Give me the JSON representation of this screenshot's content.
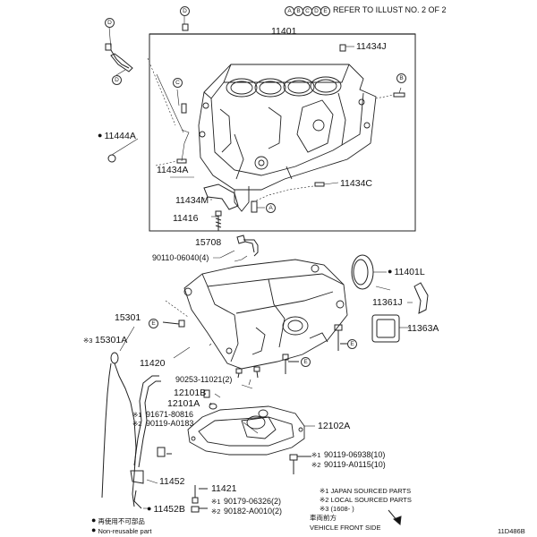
{
  "header": {
    "ref_letters": [
      "A",
      "B",
      "C",
      "D",
      "E"
    ],
    "ref_text": "REFER TO ILLUST NO. 2 OF 2"
  },
  "parts": {
    "p11401": "11401",
    "p11434J": "11434J",
    "p11444A": "11444A",
    "p11434A": "11434A",
    "p11434M": "11434M",
    "p11434C": "11434C",
    "p11416": "11416",
    "p15708": "15708",
    "p90110": "90110-06040(4)",
    "p11401L": "11401L",
    "p11361J": "11361J",
    "p11363A": "11363A",
    "p15301": "15301",
    "p15301A": "15301A",
    "p15301A_mark": "※3",
    "p11420": "11420",
    "p90253": "90253-11021(2)",
    "p12101B": "12101B",
    "p12101A": "12101A",
    "p91671": "91671-80816",
    "p91671_mark": "※1",
    "p90119A0183": "90119-A0183",
    "p90119A0183_mark": "※2",
    "p12102A": "12102A",
    "p90119_06938": "90119-06938(10)",
    "p90119_06938_mark": "※1",
    "p90119_A0115": "90119-A0115(10)",
    "p90119_A0115_mark": "※2",
    "p11452": "11452",
    "p11421": "11421",
    "p90179": "90179-06326(2)",
    "p90179_mark": "※1",
    "p90182": "90182-A0010(2)",
    "p90182_mark": "※2",
    "p11452B": "11452B"
  },
  "callouts": {
    "D1": "D",
    "D2": "D",
    "C1": "C",
    "B1": "B",
    "A1": "A",
    "E1": "E",
    "E2": "E",
    "E3": "E"
  },
  "legend": {
    "jp_non_reusable": "再使用不可部品",
    "non_reusable": "Non-reusable part",
    "note1": "※1 JAPAN SOURCED PARTS",
    "note2": "※2 LOCAL SOURCED PARTS",
    "note3": "※3 (1608-        )",
    "front_jp": "車両前方",
    "front": "VEHICLE FRONT SIDE",
    "diagram_code": "11D486B"
  }
}
